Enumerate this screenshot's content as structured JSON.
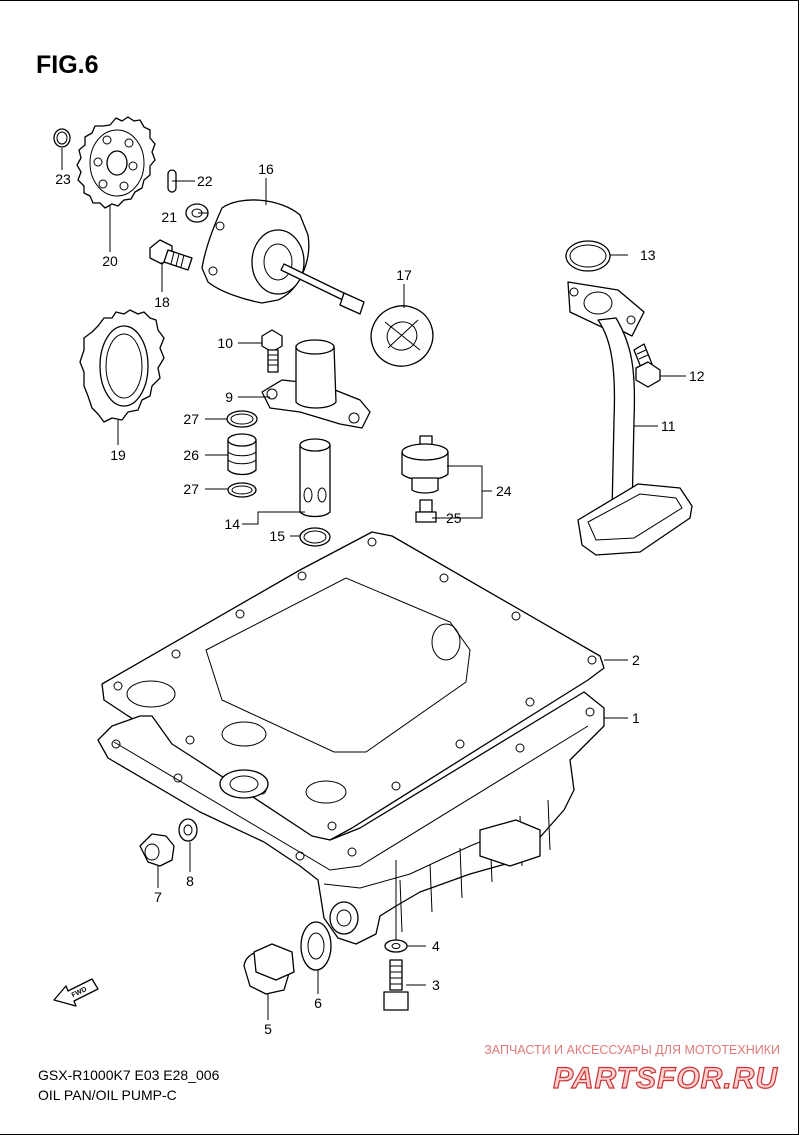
{
  "figure": {
    "title": "FIG.6"
  },
  "parts": [
    {
      "id": "p1",
      "number": "1"
    },
    {
      "id": "p2",
      "number": "2"
    },
    {
      "id": "p3",
      "number": "3"
    },
    {
      "id": "p4",
      "number": "4"
    },
    {
      "id": "p5",
      "number": "5"
    },
    {
      "id": "p6",
      "number": "6"
    },
    {
      "id": "p7",
      "number": "7"
    },
    {
      "id": "p8",
      "number": "8"
    },
    {
      "id": "p9",
      "number": "9"
    },
    {
      "id": "p10",
      "number": "10"
    },
    {
      "id": "p11",
      "number": "11"
    },
    {
      "id": "p12",
      "number": "12"
    },
    {
      "id": "p13",
      "number": "13"
    },
    {
      "id": "p14",
      "number": "14"
    },
    {
      "id": "p15",
      "number": "15"
    },
    {
      "id": "p16",
      "number": "16"
    },
    {
      "id": "p17",
      "number": "17"
    },
    {
      "id": "p18",
      "number": "18"
    },
    {
      "id": "p19",
      "number": "19"
    },
    {
      "id": "p20",
      "number": "20"
    },
    {
      "id": "p21",
      "number": "21"
    },
    {
      "id": "p22",
      "number": "22"
    },
    {
      "id": "p23",
      "number": "23"
    },
    {
      "id": "p24",
      "number": "24"
    },
    {
      "id": "p25",
      "number": "25"
    },
    {
      "id": "p26",
      "number": "26"
    },
    {
      "id": "p27a",
      "number": "27"
    },
    {
      "id": "p27b",
      "number": "27"
    }
  ],
  "direction_marker": "FWD",
  "caption": {
    "code": "GSX-R1000K7 E03 E28_006",
    "title": "OIL PAN/OIL PUMP-C"
  },
  "watermark": {
    "tagline": "ЗАПЧАСТИ И АКСЕССУАРЫ ДЛЯ МОТОТЕХНИКИ",
    "brand": "PARTSFOR.RU"
  }
}
